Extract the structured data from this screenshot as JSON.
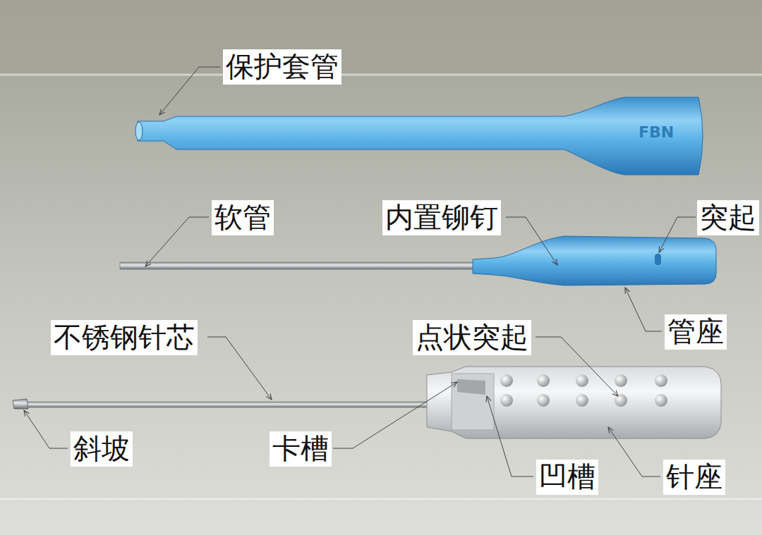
{
  "diagram": {
    "labels": [
      "保护套管",
      "软管",
      "内置铆钉",
      "突起",
      "管座",
      "不锈钢针芯",
      "点状突起",
      "斜坡",
      "卡槽",
      "凹槽",
      "针座",
      "FBN"
    ]
  }
}
